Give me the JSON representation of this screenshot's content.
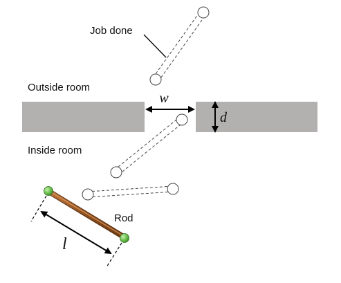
{
  "labels": {
    "job_done": "Job done",
    "outside_room": "Outside room",
    "inside_room": "Inside room",
    "rod": "Rod"
  },
  "symbols": {
    "gap_width": "w",
    "wall_thickness": "d",
    "rod_length": "l"
  },
  "colors": {
    "wall": "#b3b0b0",
    "rod_dark": "#8b4e1e",
    "rod_light": "#c0783d",
    "end_cap": "#6abf4b",
    "outline": "#333333",
    "arrow": "#000000"
  },
  "icons": {
    "dimension_arrow": "double-headed-arrow",
    "rod_end": "green-sphere",
    "ghost_rod_end": "dashed-circle"
  }
}
